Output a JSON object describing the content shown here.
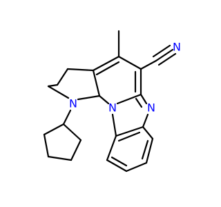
{
  "molecule": {
    "atom_labels": [
      {
        "id": "n-pyrrolidine",
        "text": "N"
      },
      {
        "id": "n-bridgehead",
        "text": "N"
      },
      {
        "id": "n-imidazole",
        "text": "N"
      },
      {
        "id": "n-nitrile",
        "text": "N"
      }
    ],
    "colors": {
      "bond": "#000000",
      "nitrogen": "#0000ff",
      "background": "#ffffff"
    }
  }
}
